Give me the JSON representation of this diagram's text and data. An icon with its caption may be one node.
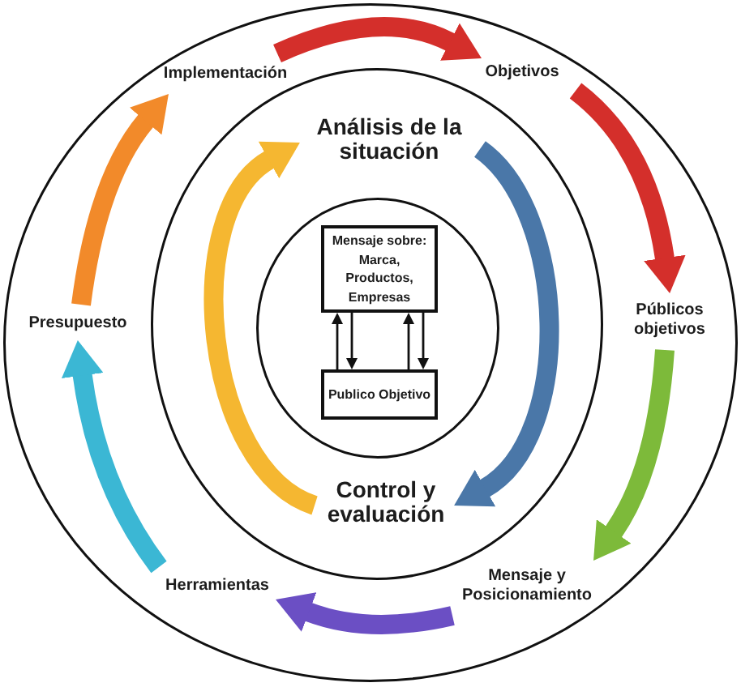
{
  "diagram": {
    "nodes": [
      {
        "text": [],
        "shape": "circle"
      },
      {
        "text": [],
        "shape": "circle",
        "in": 0
      },
      {
        "text": [],
        "shape": "circle",
        "in": 1
      },
      {
        "text": [
          "Implementación"
        ],
        "in": 0
      },
      {
        "text": [
          "Objetivos"
        ],
        "in": 0
      },
      {
        "text": [
          "Públicos objetivos"
        ],
        "in": 0
      },
      {
        "text": [
          "Mensaje y Posicionamiento"
        ],
        "in": 0
      },
      {
        "text": [
          "Herramientas"
        ],
        "in": 0
      },
      {
        "text": [
          "Presupuesto"
        ],
        "in": 0
      },
      {
        "text": [
          "Análisis de la situación"
        ],
        "in": 1
      },
      {
        "text": [
          "Control y evaluación"
        ],
        "in": 1
      },
      {
        "text": [
          "Mensaje sobre: Marca, Productos, Empresas"
        ],
        "in": 2
      },
      {
        "text": [
          "Publico Objetivo"
        ],
        "in": 2
      }
    ],
    "edges": [
      {
        "from": 3,
        "to": 4,
        "arrow": "to",
        "color": "#d42f2b"
      },
      {
        "from": 4,
        "to": 5,
        "arrow": "to",
        "color": "#d42f2b"
      },
      {
        "from": 5,
        "to": 6,
        "arrow": "to",
        "color": "#7dba3a"
      },
      {
        "from": 6,
        "to": 7,
        "arrow": "to",
        "color": "#6b4fc4"
      },
      {
        "from": 7,
        "to": 8,
        "arrow": "to",
        "color": "#3bb7d4"
      },
      {
        "from": 8,
        "to": 3,
        "arrow": "to",
        "color": "#f28a2a"
      },
      {
        "from": 9,
        "to": 10,
        "arrow": "to",
        "color": "#4a77a8"
      },
      {
        "from": 10,
        "to": 9,
        "arrow": "to",
        "color": "#f5b731"
      },
      {
        "from": 12,
        "to": 11,
        "arrow": "to"
      },
      {
        "from": 11,
        "to": 12,
        "arrow": "to"
      },
      {
        "from": 12,
        "to": 11,
        "arrow": "to"
      },
      {
        "from": 11,
        "to": 12,
        "arrow": "to"
      }
    ]
  }
}
